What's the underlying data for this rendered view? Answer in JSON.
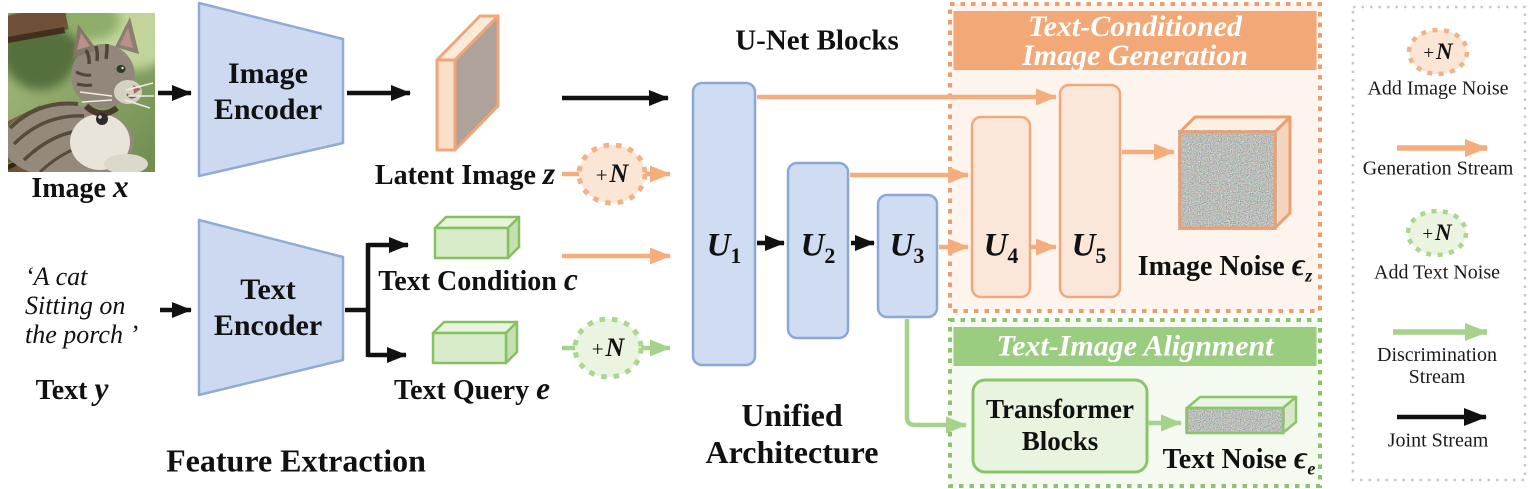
{
  "palette": {
    "blue_fill": "#cfdcf2",
    "blue_stroke": "#8aa7d6",
    "orange_stream": "#f5ad7e",
    "orange_border": "#ee9d6b",
    "orange_header": "#f2a877",
    "orange_panel": "#fdf4ed",
    "peach_fill": "#fbe7d9",
    "green_stream": "#a6d28b",
    "green_border": "#8cc46a",
    "green_header": "#9bcd80",
    "green_panel": "#f5faf0",
    "green_fill": "#d9ecca",
    "latent_face": "#afa29b",
    "legend_border": "#c8c8c8",
    "text": "#111111",
    "white": "#ffffff"
  },
  "inputs": {
    "image_caption": {
      "label": "Image",
      "var": "x"
    },
    "text_caption": {
      "label": "Text",
      "var": "y"
    },
    "prompt_lines": [
      "‘A cat",
      "Sitting on",
      "the porch ’"
    ]
  },
  "encoders": {
    "image": {
      "line1": "Image",
      "line2": "Encoder"
    },
    "text": {
      "line1": "Text",
      "line2": "Encoder"
    }
  },
  "features": {
    "latent": {
      "label": "Latent Image",
      "var": "z"
    },
    "condition": {
      "label": "Text Condition",
      "var": "c"
    },
    "query": {
      "label": "Text Query",
      "var": "e"
    }
  },
  "noise_badge": {
    "plus": "+",
    "n": "N"
  },
  "sections": {
    "feature_extraction": "Feature Extraction",
    "unet_title": "U-Net Blocks",
    "unified": {
      "line1": "Unified",
      "line2": "Architecture"
    }
  },
  "unet_blocks": [
    {
      "base": "U",
      "sub": "1"
    },
    {
      "base": "U",
      "sub": "2"
    },
    {
      "base": "U",
      "sub": "3"
    },
    {
      "base": "U",
      "sub": "4"
    },
    {
      "base": "U",
      "sub": "5"
    }
  ],
  "generation": {
    "title_line1": "Text-Conditioned",
    "title_line2": "Image Generation",
    "output": {
      "label": "Image Noise",
      "var": "ϵ",
      "sub": "z"
    }
  },
  "alignment": {
    "title": "Text-Image Alignment",
    "transformer": {
      "line1": "Transformer",
      "line2": "Blocks"
    },
    "output": {
      "label": "Text Noise",
      "var": "ϵ",
      "sub": "e"
    }
  },
  "legend": {
    "add_image_noise": "Add Image Noise",
    "generation_stream": "Generation Stream",
    "add_text_noise": "Add Text Noise",
    "discrimination_stream": "Discrimination Stream",
    "joint_stream": "Joint Stream"
  }
}
